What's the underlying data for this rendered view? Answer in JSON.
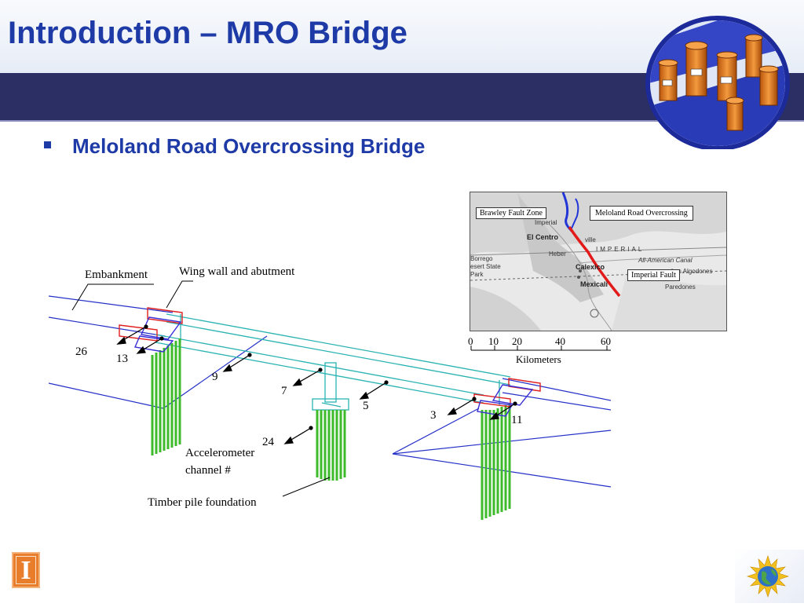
{
  "slide": {
    "title": "Introduction – MRO Bridge",
    "bullet": "Meloland Road Overcrossing Bridge"
  },
  "diagram": {
    "labels": {
      "embankment": "Embankment",
      "wing_wall": "Wing wall and abutment",
      "accelerometer_line1": "Accelerometer",
      "accelerometer_line2": "channel #",
      "timber_pile": "Timber pile foundation"
    },
    "channels": [
      "26",
      "13",
      "9",
      "7",
      "5",
      "3",
      "11",
      "24"
    ]
  },
  "map": {
    "callouts": {
      "brawley": "Brawley Fault Zone",
      "meloland": "Meloland Road Overcrossing",
      "imperial_fault": "Imperial Fault"
    },
    "towns": [
      "Imperial",
      "El Centro",
      "Heber",
      "Calexico",
      "Mexicali",
      "Paredones",
      "Los Algodones",
      "IMPERIAL",
      "All-American Canal",
      "Borrego",
      "esert State",
      "Park",
      "ville"
    ],
    "scale_ticks": [
      "0",
      "10",
      "20",
      "40",
      "60"
    ],
    "scale_unit": "Kilometers"
  },
  "colors": {
    "title": "#1d3aa6",
    "band": "#2b2f63",
    "bridge_deck": "#2ab3b3",
    "piles": "#3dbb2a",
    "wing_wall": "#e02020",
    "abutment": "#3a2fd6",
    "ground_lines": "#2530c8",
    "fault_line": "#e21a1a",
    "brawley_line": "#2236d8"
  }
}
